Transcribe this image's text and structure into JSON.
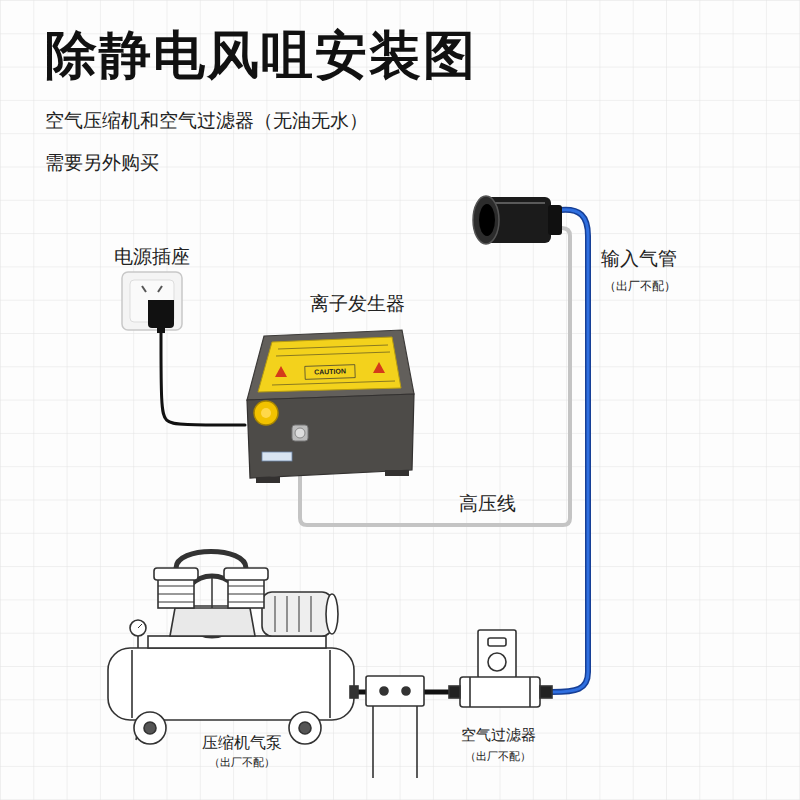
{
  "diagram": {
    "title": "除静电风咀安装图",
    "nodes": [
      {
        "text": [
          "电源插座"
        ]
      },
      {
        "text": [
          "离子发生器"
        ]
      },
      {
        "text": [
          "压缩机气泵",
          "（出厂不配）"
        ]
      },
      {
        "text": [
          "空气过滤器",
          "（出厂不配）"
        ]
      }
    ],
    "edges": [
      {
        "from": 0,
        "to": 1,
        "arrow": "none"
      },
      {
        "from": 2,
        "to": 3,
        "arrow": "none"
      }
    ],
    "labels": [
      "空气压缩机和空气过滤器（无油无水）",
      "需要另外购买",
      "CAUTION",
      "高压线",
      "输入气管",
      "（出厂不配）"
    ]
  }
}
